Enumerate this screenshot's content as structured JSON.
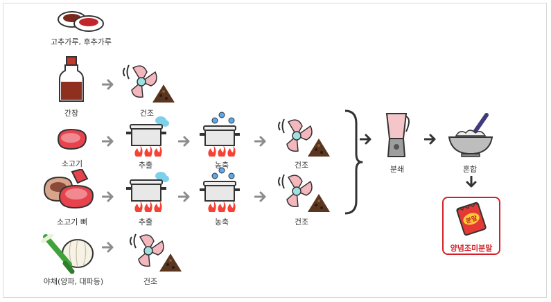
{
  "labels": {
    "spice": "고추가루, 후추가루",
    "soy_sauce": "간장",
    "dry_1": "건조",
    "beef": "소고기",
    "extract_1": "추출",
    "concentrate_1": "농축",
    "dry_2": "건조",
    "beef_bone": "소고기 뼈",
    "extract_2": "추출",
    "concentrate_2": "농축",
    "dry_3": "건조",
    "vegetable": "야채(양파, 대파등)",
    "dry_4": "건조",
    "grind": "분쇄",
    "mix": "혼합",
    "product": "양념조미분말",
    "packet_text": "분말"
  },
  "colors": {
    "arrow": "#8c8c8c",
    "dark_arrow": "#333333",
    "accent": "#d32027",
    "fan": "#f4b7bd"
  }
}
